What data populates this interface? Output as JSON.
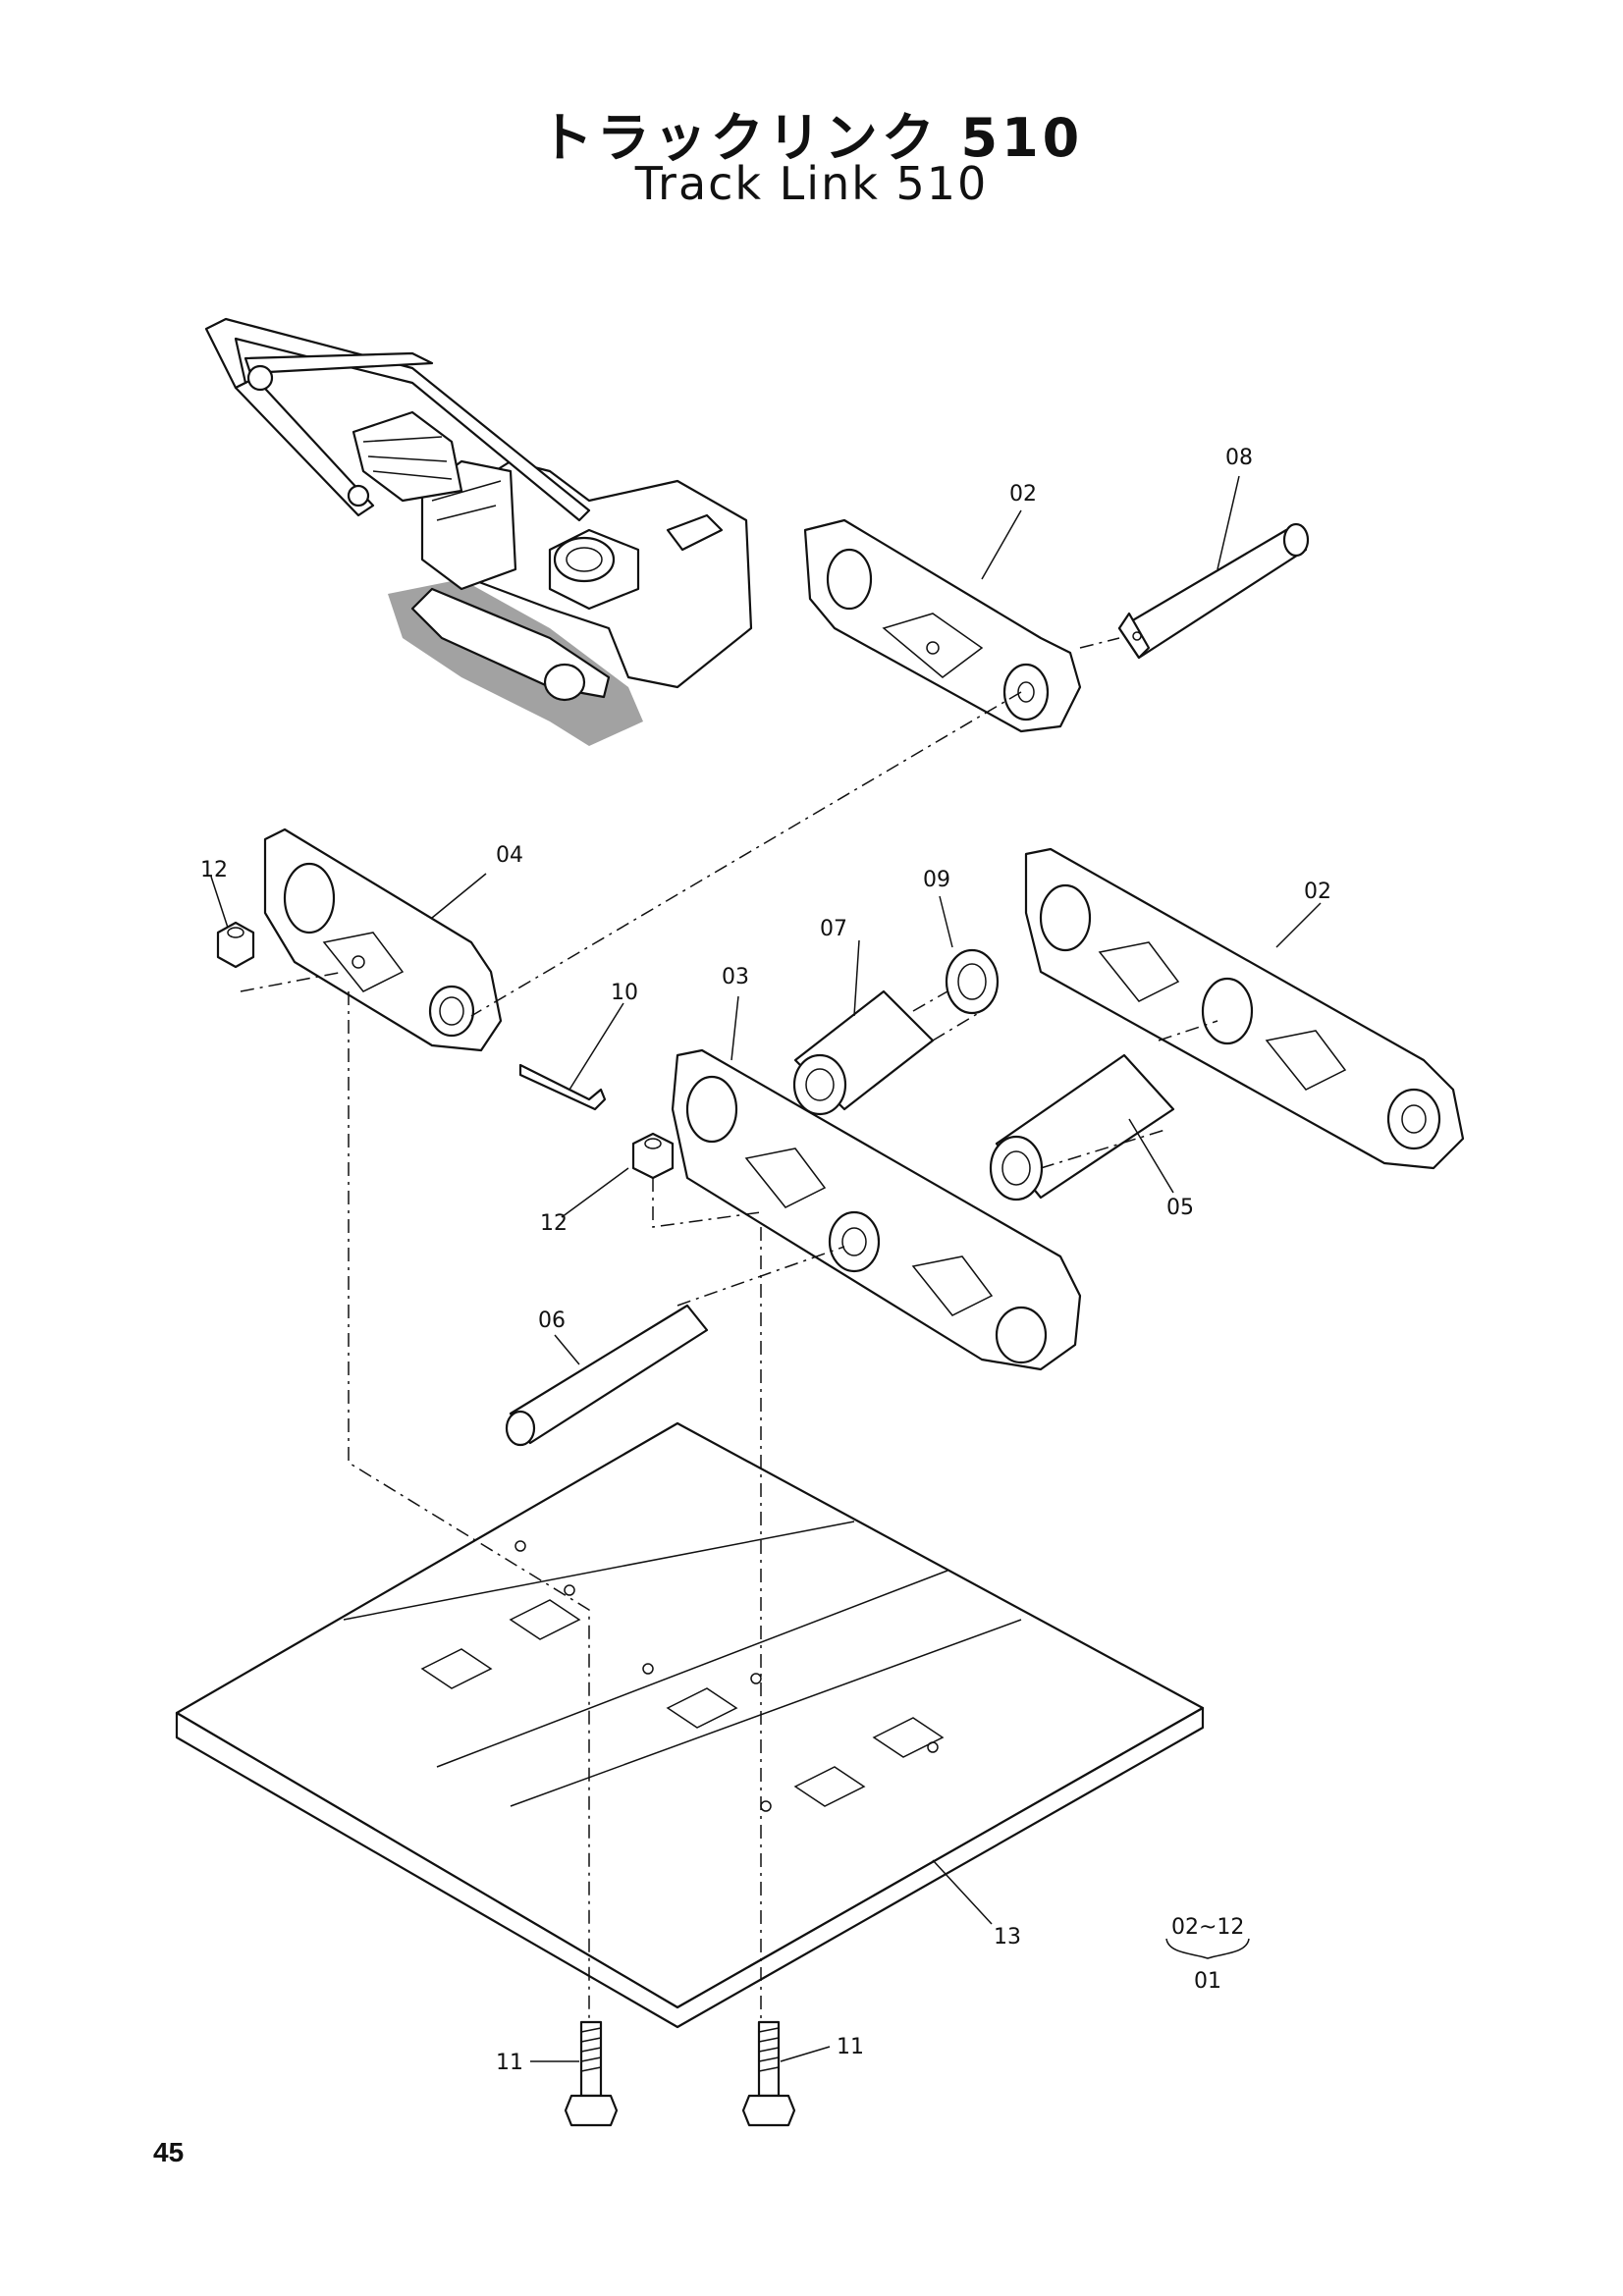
{
  "title_jp": "トラックリンク 510",
  "title_en": "Track Link 510",
  "page_number": "45",
  "callouts": {
    "p01": "01",
    "p02a": "02",
    "p02b": "02",
    "p03": "03",
    "p04": "04",
    "p05": "05",
    "p06": "06",
    "p07": "07",
    "p08": "08",
    "p09": "09",
    "p10": "10",
    "p11a": "11",
    "p11b": "11",
    "p12a": "12",
    "p12b": "12",
    "p13": "13",
    "range": "02~12"
  }
}
